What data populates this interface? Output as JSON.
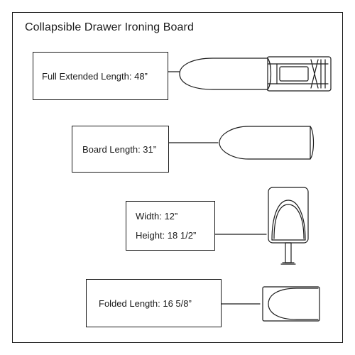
{
  "title": "Collapsible Drawer Ironing Board",
  "items": [
    {
      "lines": [
        "Full Extended Length: 48”"
      ]
    },
    {
      "lines": [
        "Board Length: 31”"
      ]
    },
    {
      "lines": [
        "Width: 12”",
        "Height: 18 1/2”"
      ]
    },
    {
      "lines": [
        "Folded Length: 16 5/8”"
      ]
    }
  ],
  "colors": {
    "line": "#1a1a1a",
    "background": "#ffffff"
  },
  "icons": [
    "extended-ironing-board-icon",
    "ironing-board-icon",
    "ironing-board-front-view-icon",
    "folded-ironing-board-icon"
  ]
}
